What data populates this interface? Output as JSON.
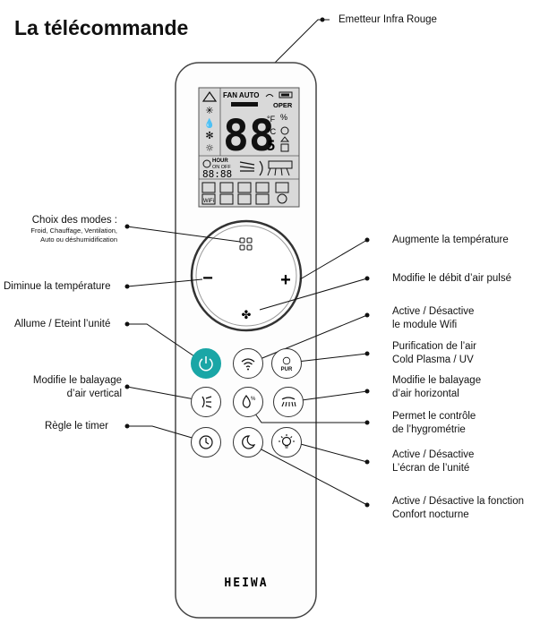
{
  "title": "La télécommande",
  "brand": "HEIWA",
  "labels": {
    "ir": "Emetteur Infra Rouge",
    "modes": "Choix des modes :",
    "modes_detail_1": "Froid, Chauffage, Ventilation,",
    "modes_detail_2": "Auto ou déshumidification",
    "temp_down": "Diminue la température",
    "power": "Allume / Eteint l’unité",
    "vswing_1": "Modifie le balayage",
    "vswing_2": "d’air vertical",
    "timer": "Règle le timer",
    "temp_up": "Augmente la température",
    "fan": "Modifie le débit d’air pulsé",
    "wifi_1": "Active / Désactive",
    "wifi_2": "le module Wifi",
    "pur_1": "Purification de l’air",
    "pur_2": "Cold Plasma / UV",
    "hswing_1": "Modifie le balayage",
    "hswing_2": "d’air horizontal",
    "hygro_1": "Permet le contrôle",
    "hygro_2": "de l’hygrométrie",
    "display_1": "Active / Désactive",
    "display_2": "L’écran de l’unité",
    "night_1": "Active / Désactive la fonction",
    "night_2": "Confort nocturne"
  },
  "lcd": {
    "fan_auto": "FAN AUTO",
    "oper": "OPER",
    "digits": "88",
    "digit_small": "5",
    "unit_f": "°F",
    "unit_c": "°C",
    "percent": "%",
    "hour": "HOUR",
    "on_off": "ON OFF",
    "time": "88:88",
    "wifi_tag": "WiFi"
  },
  "buttons": {
    "pur_label": "PUR",
    "plus": "+",
    "minus": "−"
  }
}
